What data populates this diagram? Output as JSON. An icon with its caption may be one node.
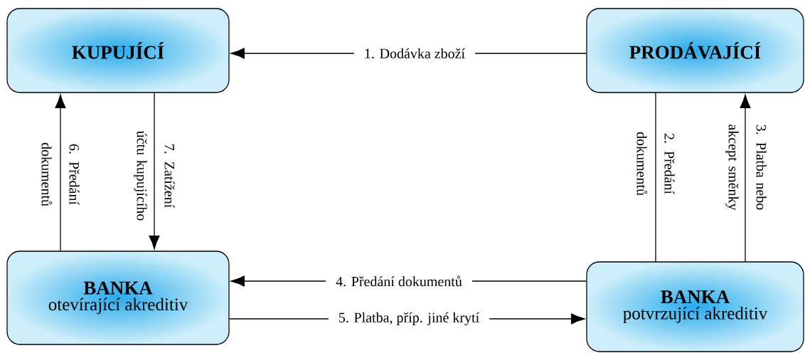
{
  "diagram": {
    "nodes": [
      {
        "text": [
          "KUPUJÍCÍ"
        ]
      },
      {
        "text": [
          "PRODÁVAJÍCÍ"
        ]
      },
      {
        "text": [
          "BANKA",
          "otevírající akreditiv"
        ]
      },
      {
        "text": [
          "BANKA",
          "potvrzující akreditiv"
        ]
      }
    ],
    "edges": [
      {
        "from": 1,
        "to": 0,
        "arrow": "to",
        "label": "1.  Dodávka zboží"
      },
      {
        "from": 1,
        "to": 3,
        "arrow": "none",
        "label": "2. Předání dokumentů"
      },
      {
        "from": 3,
        "to": 1,
        "arrow": "to",
        "label": "3. Platba nebo akcept směnky"
      },
      {
        "from": 3,
        "to": 2,
        "arrow": "to",
        "label": "4. Předání dokumentů"
      },
      {
        "from": 2,
        "to": 3,
        "arrow": "to",
        "label": "5. Platba, příp. jiné krytí"
      },
      {
        "from": 2,
        "to": 0,
        "arrow": "to",
        "label": "6. Předání dokumentů"
      },
      {
        "from": 0,
        "to": 2,
        "arrow": "to",
        "label": "7. Zatížení účtu kupujícího"
      }
    ]
  }
}
